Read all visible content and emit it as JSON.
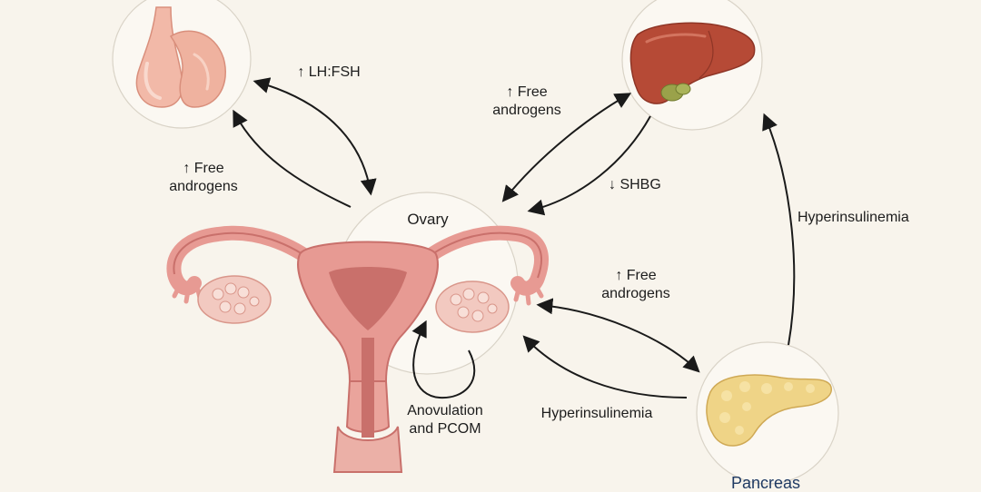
{
  "nodes": {
    "ovary": {
      "label": "Ovary"
    },
    "pancreas": {
      "label": "Pancreas"
    },
    "pituitary": {
      "label": ""
    },
    "liver": {
      "label": ""
    }
  },
  "edges": {
    "pituitary_to_ovary": {
      "label": "↑ LH:FSH"
    },
    "ovary_to_pituitary": {
      "line1": "↑ Free",
      "line2": "androgens"
    },
    "ovary_to_liver": {
      "line1": "↑ Free",
      "line2": "androgens"
    },
    "liver_to_ovary": {
      "label": "↓ SHBG"
    },
    "pancreas_to_liver": {
      "label": "Hyperinsulinemia"
    },
    "ovary_to_pancreas": {
      "line1": "↑ Free",
      "line2": "androgens"
    },
    "pancreas_to_ovary": {
      "label": "Hyperinsulinemia"
    },
    "ovary_self": {
      "line1": "Anovulation",
      "line2": "and PCOM"
    }
  },
  "colors": {
    "background": "#f8f4ec",
    "circle_fill": "#fbf8f2",
    "circle_stroke": "#d9d3c7",
    "arrow": "#1a1a1a",
    "uterus": "#e79a93",
    "uterus_dark": "#c9706b",
    "ovary": "#f2c9c0",
    "pituitary": "#f2b9a8",
    "liver": "#b64a36",
    "gallbladder": "#9aa24a",
    "pancreas": "#efd487"
  },
  "icons": [
    "pituitary-icon",
    "liver-icon",
    "uterus-ovary-icon",
    "pancreas-icon"
  ]
}
